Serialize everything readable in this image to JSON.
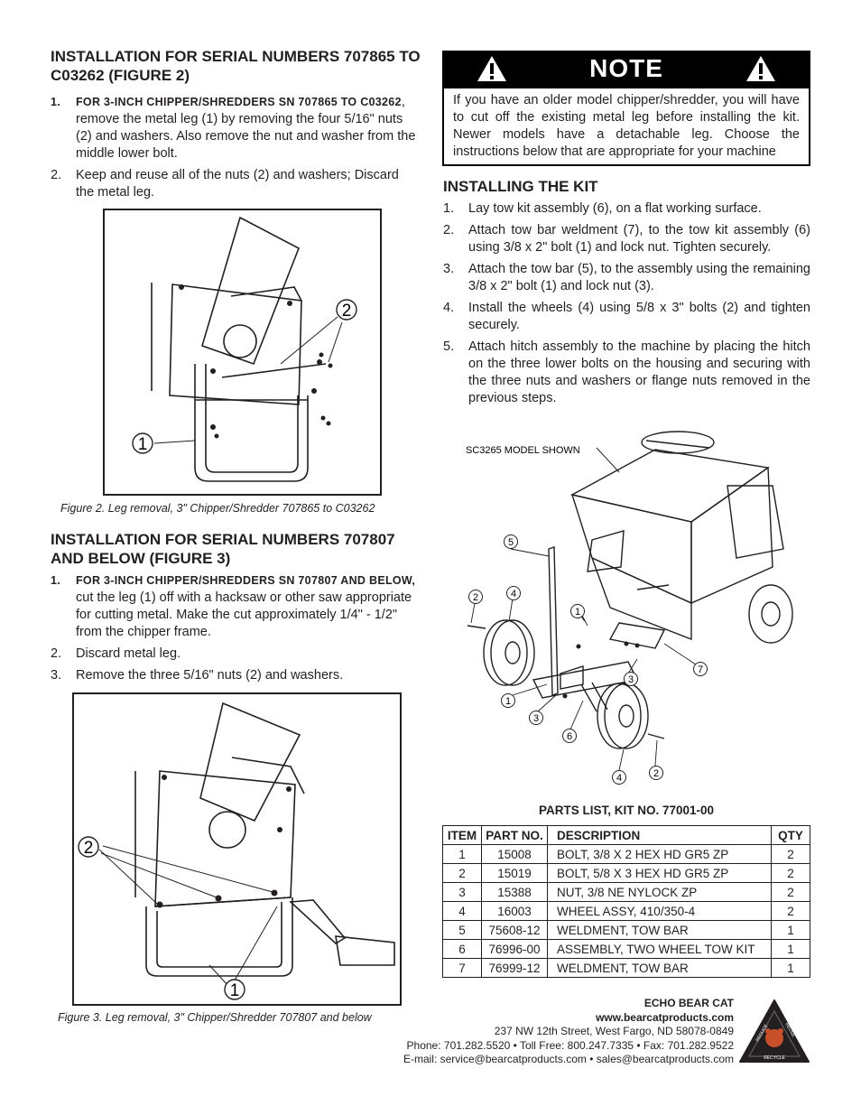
{
  "section1": {
    "title": "INSTALLATION FOR SERIAL NUMBERS 707865 TO C03262 (FIGURE 2)",
    "steps": [
      {
        "num": "1.",
        "lead": "FOR 3-INCH CHIPPER/SHREDDERS SN 707865 TO C03262",
        "text": ", remove the metal leg (1) by removing the four 5/16\" nuts (2) and washers. Also remove the nut and washer from the middle lower bolt."
      },
      {
        "num": "2.",
        "text": "Keep and reuse all of the nuts (2) and washers; Discard the metal leg."
      }
    ],
    "figure_caption": "Figure 2. Leg removal, 3\" Chipper/Shredder 707865 to C03262",
    "callouts": [
      "2",
      "1"
    ]
  },
  "section2": {
    "title": "INSTALLATION FOR SERIAL NUMBERS 707807 AND BELOW (FIGURE 3)",
    "steps": [
      {
        "num": "1.",
        "lead": "FOR 3-INCH CHIPPER/SHREDDERS SN 707807 AND BELOW,",
        "text": " cut the leg (1) off with a hacksaw or other saw appropriate for cutting metal. Make the cut approximately 1/4\" - 1/2\" from the chipper frame."
      },
      {
        "num": "2.",
        "text": "Discard metal leg."
      },
      {
        "num": "3.",
        "text": "Remove the three 5/16\" nuts (2) and washers."
      }
    ],
    "figure_caption": "Figure 3. Leg removal, 3\" Chipper/Shredder 707807 and below",
    "callouts": [
      "2",
      "1"
    ]
  },
  "note": {
    "title": "NOTE",
    "body": "If you have an older model chipper/shredder, you will have to cut off the existing metal leg before installing the kit. Newer models have a detachable leg. Choose the instructions below that are appropriate for your machine"
  },
  "kit": {
    "title": "INSTALLING THE KIT",
    "steps": [
      {
        "num": "1.",
        "text": "Lay tow kit assembly (6), on a flat working surface."
      },
      {
        "num": "2.",
        "text": "Attach tow bar weldment (7), to the tow kit assembly (6) using 3/8 x 2\" bolt (1) and lock nut. Tighten securely."
      },
      {
        "num": "3.",
        "text": "Attach the tow bar (5), to the assembly using the remaining 3/8 x 2\" bolt (1) and lock nut (3)."
      },
      {
        "num": "4.",
        "text": "Install the wheels (4) using 5/8 x 3\" bolts (2) and tighten securely."
      },
      {
        "num": "5.",
        "text": "Attach hitch assembly to the machine by placing the hitch on the three lower bolts on the housing and securing with the three nuts and washers or flange nuts removed in the previous steps."
      }
    ],
    "model_label": "SC3265 MODEL SHOWN",
    "callouts": [
      "5",
      "2",
      "4",
      "1",
      "7",
      "3",
      "1",
      "3",
      "6",
      "4",
      "2"
    ]
  },
  "parts": {
    "title": "PARTS LIST, KIT NO. 77001-00",
    "headers": [
      "ITEM",
      "PART NO.",
      "DESCRIPTION",
      "QTY"
    ],
    "rows": [
      [
        "1",
        "15008",
        "BOLT, 3/8 X 2 HEX HD GR5 ZP",
        "2"
      ],
      [
        "2",
        "15019",
        "BOLT, 5/8 X 3 HEX HD GR5 ZP",
        "2"
      ],
      [
        "3",
        "15388",
        "NUT, 3/8 NE NYLOCK ZP",
        "2"
      ],
      [
        "4",
        "16003",
        "WHEEL ASSY, 410/350-4",
        "2"
      ],
      [
        "5",
        "75608-12",
        "WELDMENT, TOW BAR",
        "1"
      ],
      [
        "6",
        "76996-00",
        "ASSEMBLY, TWO WHEEL TOW KIT",
        "1"
      ],
      [
        "7",
        "76999-12",
        "WELDMENT, TOW BAR",
        "1"
      ]
    ]
  },
  "footer": {
    "company": "ECHO BEAR CAT",
    "website": "www.bearcatproducts.com",
    "address": "237 NW 12th Street, West Fargo, ND 58078-0849",
    "phone": "Phone: 701.282.5520 • Toll Free: 800.247.7335 • Fax: 701.282.9522",
    "email": "E-mail: service@bearcatproducts.com • sales@bearcatproducts.com",
    "logo_text": [
      "REDUCE",
      "REUSE",
      "RECYCLE"
    ]
  }
}
